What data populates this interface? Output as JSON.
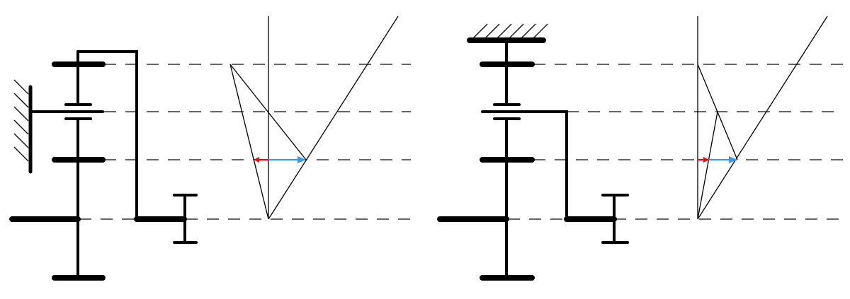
{
  "colors": {
    "line": "#000000",
    "dash": "#333333",
    "arrow_red": "#ff0000",
    "arrow_blue": "#3399ff"
  },
  "diagrams": [
    {
      "name": "planetary-scheme-left",
      "fixed_member": "sun-gear-middle"
    },
    {
      "name": "planetary-scheme-right",
      "fixed_member": "ring-top"
    }
  ]
}
